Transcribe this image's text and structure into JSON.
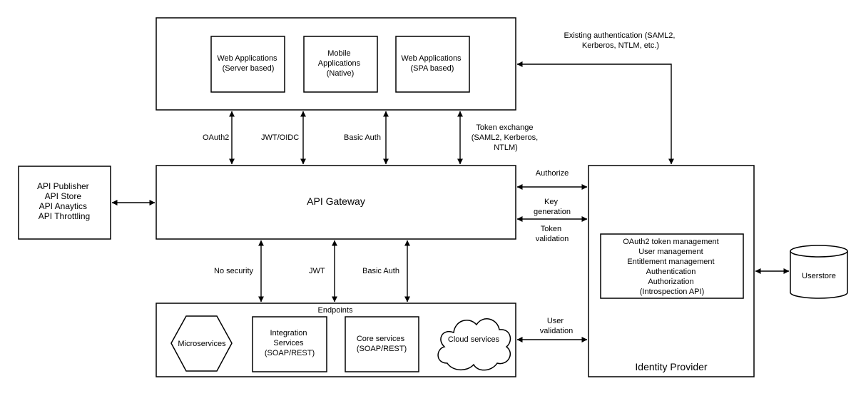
{
  "clients": {
    "web_server": [
      "Web Applications",
      "(Server based)"
    ],
    "mobile": [
      "Mobile",
      "Applications",
      "(Native)"
    ],
    "web_spa": [
      "Web Applications",
      "(SPA based)"
    ]
  },
  "existing_auth": [
    "Existing authentication (SAML2,",
    "Kerberos, NTLM, etc.)"
  ],
  "client_gateway_links": {
    "oauth2": "OAuth2",
    "jwt_oidc": "JWT/OIDC",
    "basic_auth": "Basic Auth",
    "token_exchange": [
      "Token exchange",
      "(SAML2, Kerberos,",
      "NTLM)"
    ]
  },
  "api_management": [
    "API Publisher",
    "API Store",
    "API Anaytics",
    "API Throttling"
  ],
  "gateway": {
    "title": "API Gateway"
  },
  "gateway_idp_links": {
    "authorize": "Authorize",
    "key_generation": [
      "Key",
      "generation"
    ],
    "token_validation": [
      "Token",
      "validation"
    ]
  },
  "gateway_endpoint_links": {
    "no_security": "No security",
    "jwt": "JWT",
    "basic_auth": "Basic Auth"
  },
  "endpoints": {
    "title": "Endpoints",
    "microservices": "Microservices",
    "integration": [
      "Integration",
      "Services",
      "(SOAP/REST)"
    ],
    "core": [
      "Core services",
      "(SOAP/REST)"
    ],
    "cloud": "Cloud services"
  },
  "user_validation": [
    "User",
    "validation"
  ],
  "identity_provider": {
    "title": "Identity Provider",
    "features": [
      "OAuth2 token management",
      "User management",
      "Entitlement management",
      "Authentication",
      "Authorization",
      "(Introspection API)"
    ]
  },
  "userstore": {
    "label": "Userstore"
  }
}
